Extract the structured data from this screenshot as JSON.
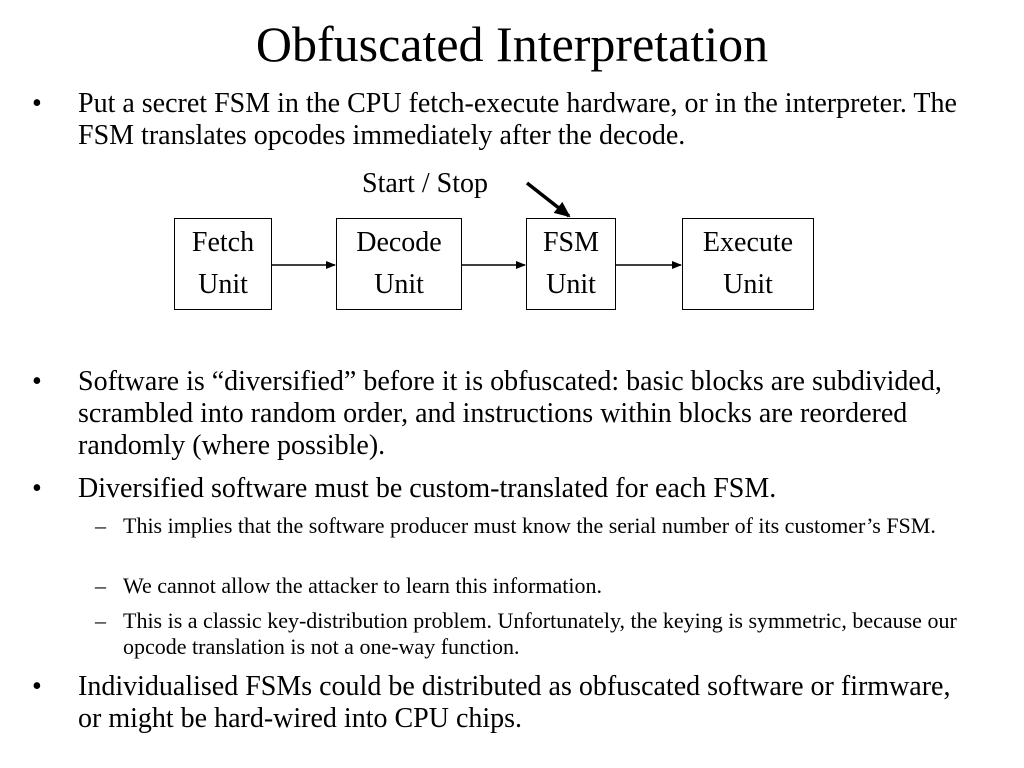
{
  "title": "Obfuscated Interpretation",
  "bullet_symbol": "•",
  "sub_symbol": "–",
  "bullets": [
    "Put a secret FSM in the CPU fetch-execute hardware, or in the interpreter.  The FSM translates opcodes immediately after the decode.",
    "Software is “diversified” before it is obfuscated: basic blocks are subdivided, scrambled into random order, and instructions within blocks are reordered randomly (where possible).",
    "Diversified software must be custom-translated for each FSM.",
    "Individualised FSMs could be distributed as obfuscated software or firmware, or might be hard-wired into CPU chips."
  ],
  "subbullets": [
    "This implies that the software producer must know the serial number of its customer’s FSM.",
    "We cannot allow the attacker to learn this information.",
    "This is a classic key-distribution problem.  Unfortunately, the keying is symmetric, because our opcode translation is not a one-way function."
  ],
  "diagram": {
    "control_label": "Start / Stop",
    "units": [
      {
        "line1": "Fetch",
        "line2": "Unit"
      },
      {
        "line1": "Decode",
        "line2": "Unit"
      },
      {
        "line1": "FSM",
        "line2": "Unit"
      },
      {
        "line1": "Execute",
        "line2": "Unit"
      }
    ]
  }
}
